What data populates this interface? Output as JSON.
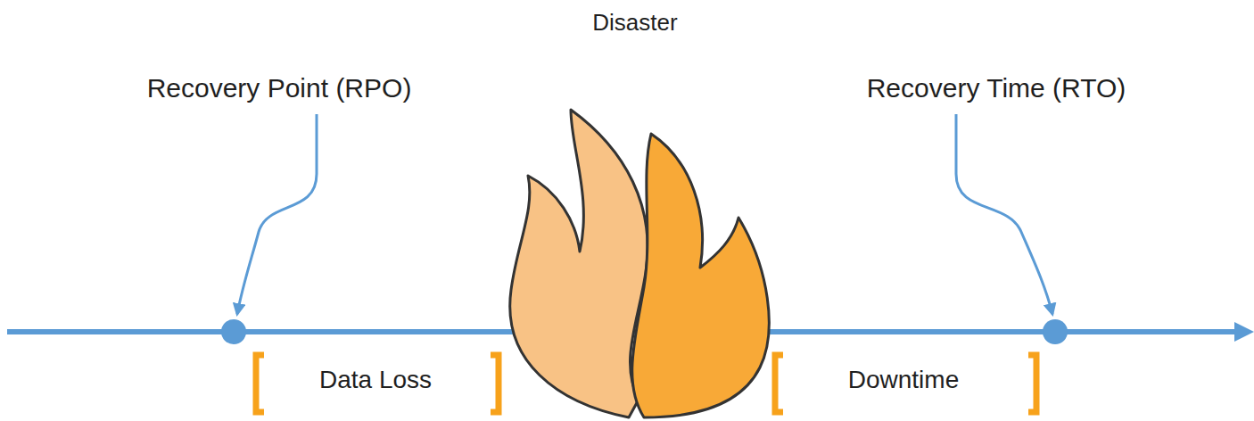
{
  "diagram": {
    "labels": [
      "Disaster",
      "Recovery Point (RPO)",
      "Recovery Time (RTO)",
      "Data Loss",
      "Downtime"
    ]
  }
}
